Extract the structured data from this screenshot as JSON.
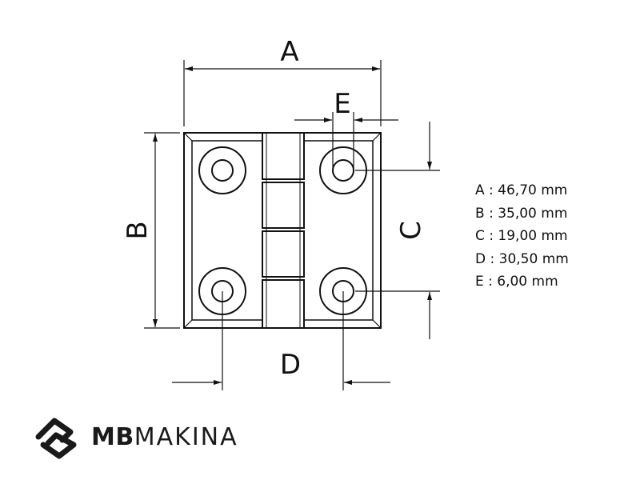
{
  "diagram": {
    "labels": {
      "a": "A",
      "b": "B",
      "c": "C",
      "d": "D",
      "e": "E"
    }
  },
  "specs": [
    {
      "text": "A : 46,70 mm"
    },
    {
      "text": "B : 35,00 mm"
    },
    {
      "text": "C : 19,00 mm"
    },
    {
      "text": "D : 30,50 mm"
    },
    {
      "text": "E : 6,00 mm"
    }
  ],
  "brand": {
    "bold": "MB",
    "light": "MAKINA",
    "icon": "mb-logo-icon"
  }
}
